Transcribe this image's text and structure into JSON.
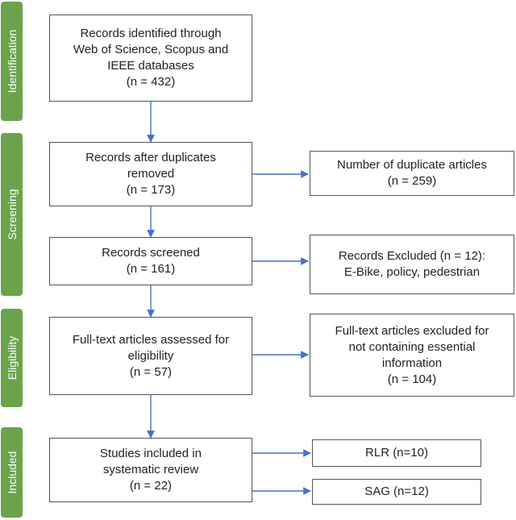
{
  "phases": {
    "identification": "Identification",
    "screening": "Screening",
    "eligibility": "Eligibility",
    "included": "Included"
  },
  "boxes": {
    "identified": "Records identified through\nWeb of Science, Scopus and\nIEEE databases\n(n = 432)",
    "after_duplicates": "Records after duplicates\nremoved\n(n = 173)",
    "duplicates": "Number of duplicate articles\n(n = 259)",
    "screened": "Records screened\n(n = 161)",
    "excluded": "Records Excluded (n = 12):\nE-Bike, policy, pedestrian",
    "assessed": "Full-text articles assessed for\neligibility\n(n = 57)",
    "fulltext_excluded": "Full-text articles excluded for\nnot containing essential\ninformation\n(n = 104)",
    "included": "Studies included in\nsystematic review\n(n = 22)",
    "rlr": "RLR (n=10)",
    "sag": "SAG (n=12)"
  },
  "colors": {
    "phase": "#6ba34d",
    "arrow": "#4472c4",
    "border": "#555555"
  }
}
